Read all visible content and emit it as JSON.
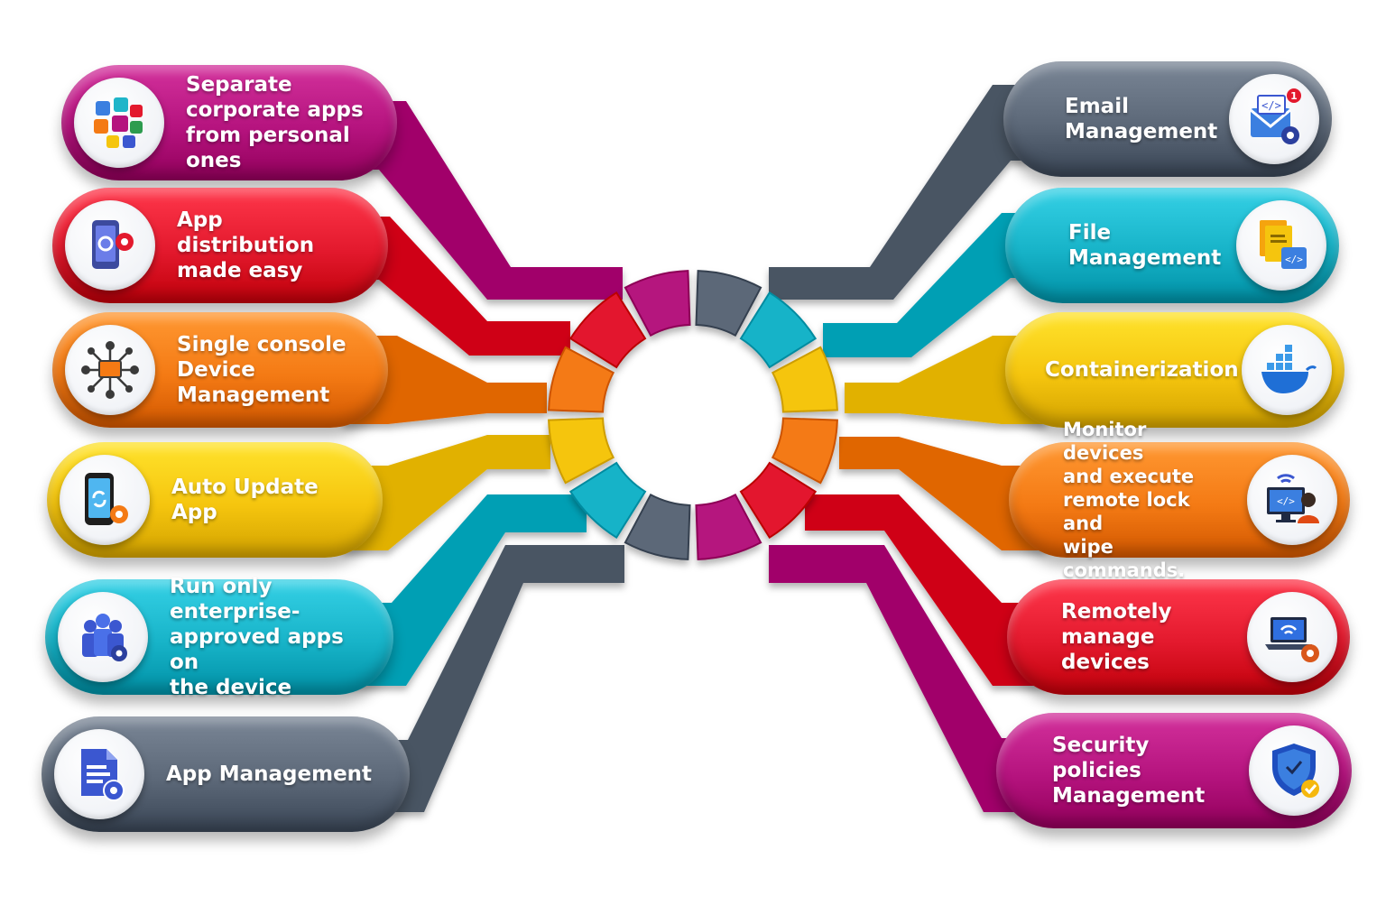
{
  "colors": {
    "magenta": "#b5137e",
    "red": "#e3192d",
    "orange": "#f47a14",
    "yellow": "#f5c50e",
    "cyan": "#17b3c8",
    "slate": "#5c6878"
  },
  "left_items": [
    {
      "label": "Separate\ncorporate apps\nfrom personal ones",
      "icon": "apps-cluster-icon",
      "color": "magenta"
    },
    {
      "label": "App distribution\nmade easy",
      "icon": "phone-gear-icon",
      "color": "red"
    },
    {
      "label": "Single console\nDevice\nManagement",
      "icon": "network-hub-icon",
      "color": "orange"
    },
    {
      "label": "Auto Update\nApp",
      "icon": "phone-refresh-icon",
      "color": "yellow"
    },
    {
      "label": "Run only enterprise-\napproved apps on\nthe device",
      "icon": "team-gear-icon",
      "color": "cyan"
    },
    {
      "label": "App Management",
      "icon": "document-gear-icon",
      "color": "slate"
    }
  ],
  "right_items": [
    {
      "label": "Email\nManagement",
      "icon": "email-gear-icon",
      "badge": "1",
      "color": "slate"
    },
    {
      "label": "File\nManagement",
      "icon": "files-code-icon",
      "color": "cyan"
    },
    {
      "label": "Containerization",
      "icon": "docker-whale-icon",
      "color": "yellow"
    },
    {
      "label": "Monitor devices\nand execute\nremote lock and\nwipe commands.",
      "icon": "monitor-user-icon",
      "color": "orange"
    },
    {
      "label": "Remotely\nmanage devices",
      "icon": "laptop-wifi-gear-icon",
      "color": "red"
    },
    {
      "label": "Security policies\nManagement",
      "icon": "shield-check-icon",
      "color": "magenta"
    }
  ],
  "ring_segments": [
    "magenta",
    "red",
    "orange",
    "yellow",
    "cyan",
    "slate",
    "slate",
    "cyan",
    "yellow",
    "orange",
    "red",
    "magenta"
  ]
}
